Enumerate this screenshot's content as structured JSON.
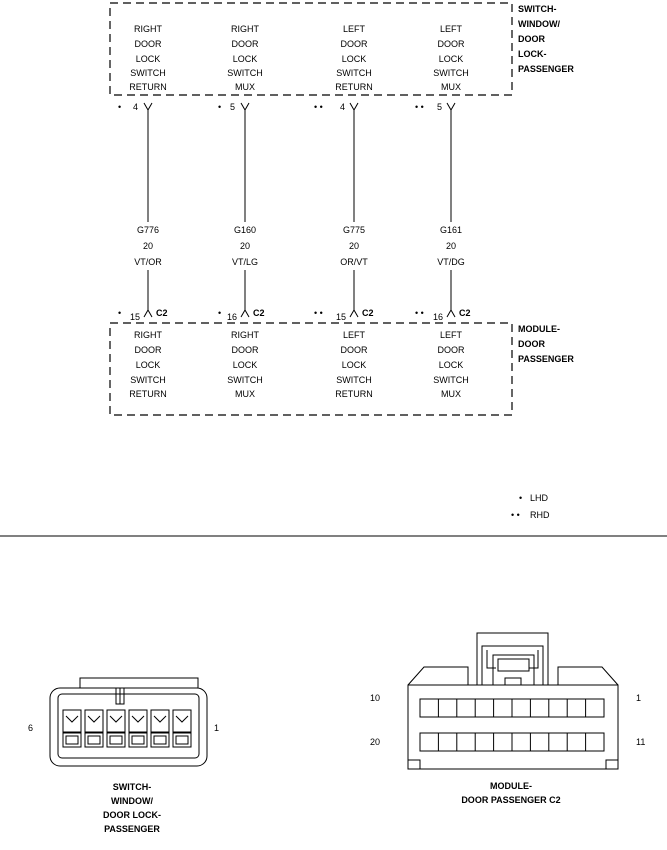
{
  "top_component": {
    "name_lines": [
      "SWITCH-",
      "WINDOW/",
      "DOOR",
      "LOCK-",
      "PASSENGER"
    ],
    "pins": [
      {
        "lines": [
          "RIGHT",
          "DOOR",
          "LOCK",
          "SWITCH",
          "RETURN"
        ],
        "pin": "4",
        "dots": "•"
      },
      {
        "lines": [
          "RIGHT",
          "DOOR",
          "LOCK",
          "SWITCH",
          "MUX"
        ],
        "pin": "5",
        "dots": "•"
      },
      {
        "lines": [
          "LEFT",
          "DOOR",
          "LOCK",
          "SWITCH",
          "RETURN"
        ],
        "pin": "4",
        "dots": "• •"
      },
      {
        "lines": [
          "LEFT",
          "DOOR",
          "LOCK",
          "SWITCH",
          "MUX"
        ],
        "pin": "5",
        "dots": "• •"
      }
    ]
  },
  "wires": [
    {
      "circuit": "G776",
      "gauge": "20",
      "color": "VT/OR"
    },
    {
      "circuit": "G160",
      "gauge": "20",
      "color": "VT/LG"
    },
    {
      "circuit": "G775",
      "gauge": "20",
      "color": "OR/VT"
    },
    {
      "circuit": "G161",
      "gauge": "20",
      "color": "VT/DG"
    }
  ],
  "bottom_component": {
    "name_lines": [
      "MODULE-",
      "DOOR",
      "PASSENGER"
    ],
    "pins": [
      {
        "lines": [
          "RIGHT",
          "DOOR",
          "LOCK",
          "SWITCH",
          "RETURN"
        ],
        "pin": "15",
        "connector": "C2",
        "dots": "•"
      },
      {
        "lines": [
          "RIGHT",
          "DOOR",
          "LOCK",
          "SWITCH",
          "MUX"
        ],
        "pin": "16",
        "connector": "C2",
        "dots": "•"
      },
      {
        "lines": [
          "LEFT",
          "DOOR",
          "LOCK",
          "SWITCH",
          "RETURN"
        ],
        "pin": "15",
        "connector": "C2",
        "dots": "• •"
      },
      {
        "lines": [
          "LEFT",
          "DOOR",
          "LOCK",
          "SWITCH",
          "MUX"
        ],
        "pin": "16",
        "connector": "C2",
        "dots": "• •"
      }
    ]
  },
  "legend": [
    {
      "dots": "•",
      "label": "LHD"
    },
    {
      "dots": "• •",
      "label": "RHD"
    }
  ],
  "connector_left": {
    "pin_left": "6",
    "pin_right": "1",
    "caption_lines": [
      "SWITCH-",
      "WINDOW/",
      "DOOR LOCK-",
      "PASSENGER"
    ]
  },
  "connector_right": {
    "top_left": "10",
    "top_right": "1",
    "bottom_left": "20",
    "bottom_right": "11",
    "caption_lines": [
      "MODULE-",
      "DOOR PASSENGER C2"
    ]
  }
}
